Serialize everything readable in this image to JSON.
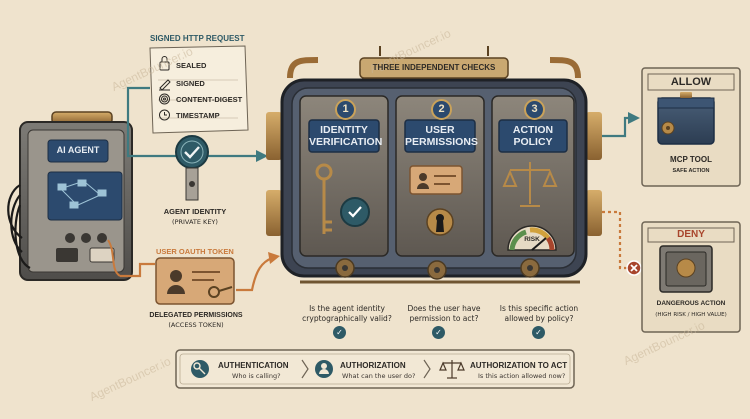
{
  "watermark": "AgentBouncer.io",
  "agent": {
    "label": "AI AGENT"
  },
  "signed_request": {
    "title": "SIGNED HTTP REQUEST",
    "items": [
      {
        "icon": "lock-icon",
        "label": "SEALED"
      },
      {
        "icon": "pen-icon",
        "label": "SIGNED"
      },
      {
        "icon": "fingerprint-icon",
        "label": "CONTENT-DIGEST"
      },
      {
        "icon": "clock-icon",
        "label": "TIMESTAMP"
      }
    ]
  },
  "agent_identity": {
    "title": "AGENT IDENTITY",
    "sub": "(PRIVATE KEY)"
  },
  "user_token": {
    "title": "USER OAUTH TOKEN",
    "card_title": "DELEGATED PERMISSIONS",
    "card_sub": "(ACCESS TOKEN)"
  },
  "machine": {
    "banner": "THREE INDEPENDENT CHECKS",
    "gauge_label": "RISK",
    "checks": [
      {
        "num": "1",
        "title_line1": "IDENTITY",
        "title_line2": "VERIFICATION",
        "question": "Is the agent identity cryptographically valid?"
      },
      {
        "num": "2",
        "title_line1": "USER",
        "title_line2": "PERMISSIONS",
        "question": "Does the user have permission to act?"
      },
      {
        "num": "3",
        "title_line1": "ACTION",
        "title_line2": "POLICY",
        "question": "Is this specific action allowed by policy?"
      }
    ]
  },
  "allow": {
    "label": "ALLOW",
    "title": "MCP TOOL",
    "sub": "SAFE ACTION"
  },
  "deny": {
    "label": "DENY",
    "title": "DANGEROUS ACTION",
    "sub": "(HIGH RISK / HIGH VALUE)"
  },
  "legend": [
    {
      "icon": "key-icon",
      "title": "AUTHENTICATION",
      "sub": "Who is calling?"
    },
    {
      "icon": "user-icon",
      "title": "AUTHORIZATION",
      "sub": "What can the user do?"
    },
    {
      "icon": "scales-icon",
      "title": "AUTHORIZATION TO ACT",
      "sub": "Is this action allowed now?"
    }
  ],
  "colors": {
    "paper": "#efe3cd",
    "navy": "#2c4a6e",
    "teal": "#3f7a80",
    "orange": "#c97a3c",
    "deny_red": "#a8452c",
    "brass": "#b78a48"
  }
}
